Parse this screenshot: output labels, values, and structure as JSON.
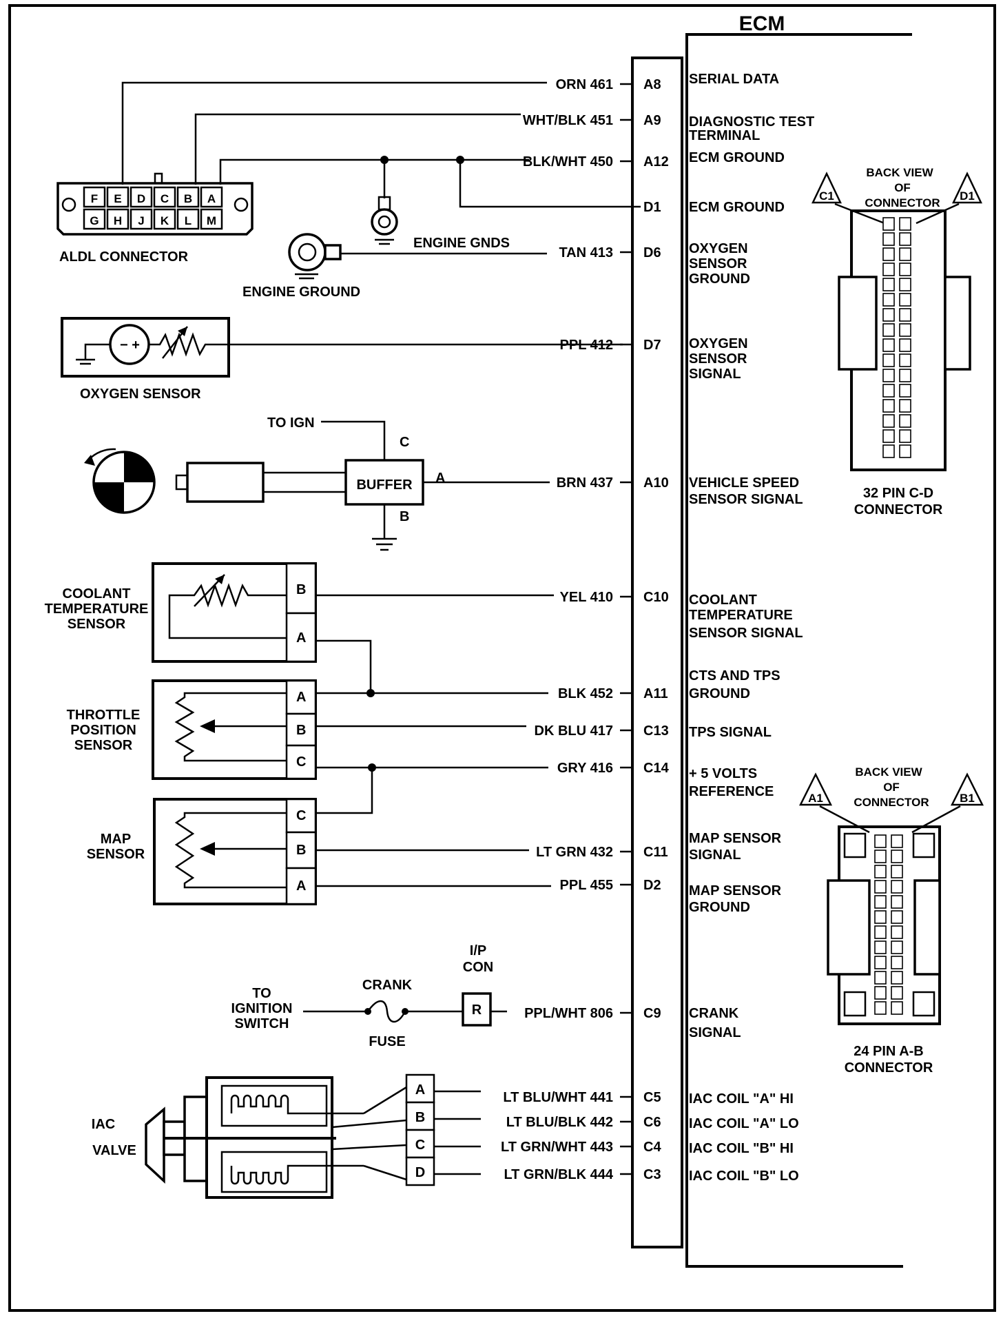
{
  "ecm": {
    "title": "ECM"
  },
  "circuits": [
    {
      "wire": "ORN 461",
      "pin": "A8",
      "func": [
        "SERIAL DATA"
      ]
    },
    {
      "wire": "WHT/BLK 451",
      "pin": "A9",
      "func": [
        "DIAGNOSTIC TEST",
        "TERMINAL"
      ]
    },
    {
      "wire": "BLK/WHT 450",
      "pin": "A12",
      "func": [
        "ECM GROUND"
      ]
    },
    {
      "wire": "",
      "pin": "D1",
      "func": [
        "ECM GROUND"
      ]
    },
    {
      "wire": "TAN 413",
      "pin": "D6",
      "func": [
        "OXYGEN",
        "SENSOR",
        "GROUND"
      ]
    },
    {
      "wire": "PPL 412",
      "pin": "D7",
      "func": [
        "OXYGEN",
        "SENSOR",
        "SIGNAL"
      ]
    },
    {
      "wire": "BRN 437",
      "pin": "A10",
      "func": [
        "VEHICLE SPEED",
        "SENSOR SIGNAL"
      ]
    },
    {
      "wire": "YEL 410",
      "pin": "C10",
      "func": [
        "COOLANT",
        "TEMPERATURE",
        "SENSOR SIGNAL"
      ]
    },
    {
      "wire": "BLK 452",
      "pin": "A11",
      "func": [
        "CTS AND TPS",
        "GROUND"
      ]
    },
    {
      "wire": "DK BLU 417",
      "pin": "C13",
      "func": [
        "TPS SIGNAL"
      ]
    },
    {
      "wire": "GRY 416",
      "pin": "C14",
      "func": [
        "+ 5 VOLTS",
        "REFERENCE"
      ]
    },
    {
      "wire": "LT GRN 432",
      "pin": "C11",
      "func": [
        "MAP SENSOR",
        "SIGNAL"
      ]
    },
    {
      "wire": "PPL 455",
      "pin": "D2",
      "func": [
        "MAP SENSOR",
        "GROUND"
      ]
    },
    {
      "wire": "PPL/WHT 806",
      "pin": "C9",
      "func": [
        "CRANK",
        "SIGNAL"
      ]
    },
    {
      "wire": "LT BLU/WHT 441",
      "pin": "C5",
      "func": [
        "IAC COIL \"A\" HI"
      ]
    },
    {
      "wire": "LT BLU/BLK  442",
      "pin": "C6",
      "func": [
        "IAC COIL \"A\" LO"
      ]
    },
    {
      "wire": "LT GRN/WHT 443",
      "pin": "C4",
      "func": [
        "IAC COIL \"B\" HI"
      ]
    },
    {
      "wire": "LT GRN/BLK  444",
      "pin": "C3",
      "func": [
        "IAC COIL \"B\" LO"
      ]
    }
  ],
  "aldl": {
    "label": "ALDL CONNECTOR",
    "top_pins": [
      "F",
      "E",
      "D",
      "C",
      "B",
      "A"
    ],
    "bottom_pins": [
      "G",
      "H",
      "J",
      "K",
      "L",
      "M"
    ]
  },
  "grounds": {
    "engine_gnds": "ENGINE GNDS",
    "engine_ground": "ENGINE GROUND"
  },
  "oxygen_sensor": {
    "label": "OXYGEN SENSOR"
  },
  "vss": {
    "to_ign": "TO IGN",
    "buffer": "BUFFER",
    "pin_a": "A",
    "pin_b": "B",
    "pin_c": "C"
  },
  "cts": {
    "label": [
      "COOLANT",
      "TEMPERATURE",
      "SENSOR"
    ],
    "pins": [
      "B",
      "A"
    ]
  },
  "tps": {
    "label": [
      "THROTTLE",
      "POSITION",
      "SENSOR"
    ],
    "pins": [
      "A",
      "B",
      "C"
    ]
  },
  "map": {
    "label": [
      "MAP",
      "SENSOR"
    ],
    "pins": [
      "C",
      "B",
      "A"
    ]
  },
  "crank": {
    "to_ignition": [
      "TO",
      "IGNITION",
      "SWITCH"
    ],
    "crank_label": "CRANK",
    "fuse_label": "FUSE",
    "ip_con": [
      "I/P",
      "CON"
    ],
    "r_label": "R"
  },
  "iac": {
    "label": [
      "IAC",
      "VALVE"
    ],
    "pins": [
      "A",
      "B",
      "C",
      "D"
    ]
  },
  "connector_cd": {
    "back_view": [
      "BACK VIEW",
      "OF",
      "CONNECTOR"
    ],
    "left_tag": "C1",
    "right_tag": "D1",
    "caption": [
      "32 PIN C-D",
      "CONNECTOR"
    ]
  },
  "connector_ab": {
    "back_view": [
      "BACK VIEW",
      "OF",
      "CONNECTOR"
    ],
    "left_tag": "A1",
    "right_tag": "B1",
    "caption": [
      "24 PIN A-B",
      "CONNECTOR"
    ]
  }
}
